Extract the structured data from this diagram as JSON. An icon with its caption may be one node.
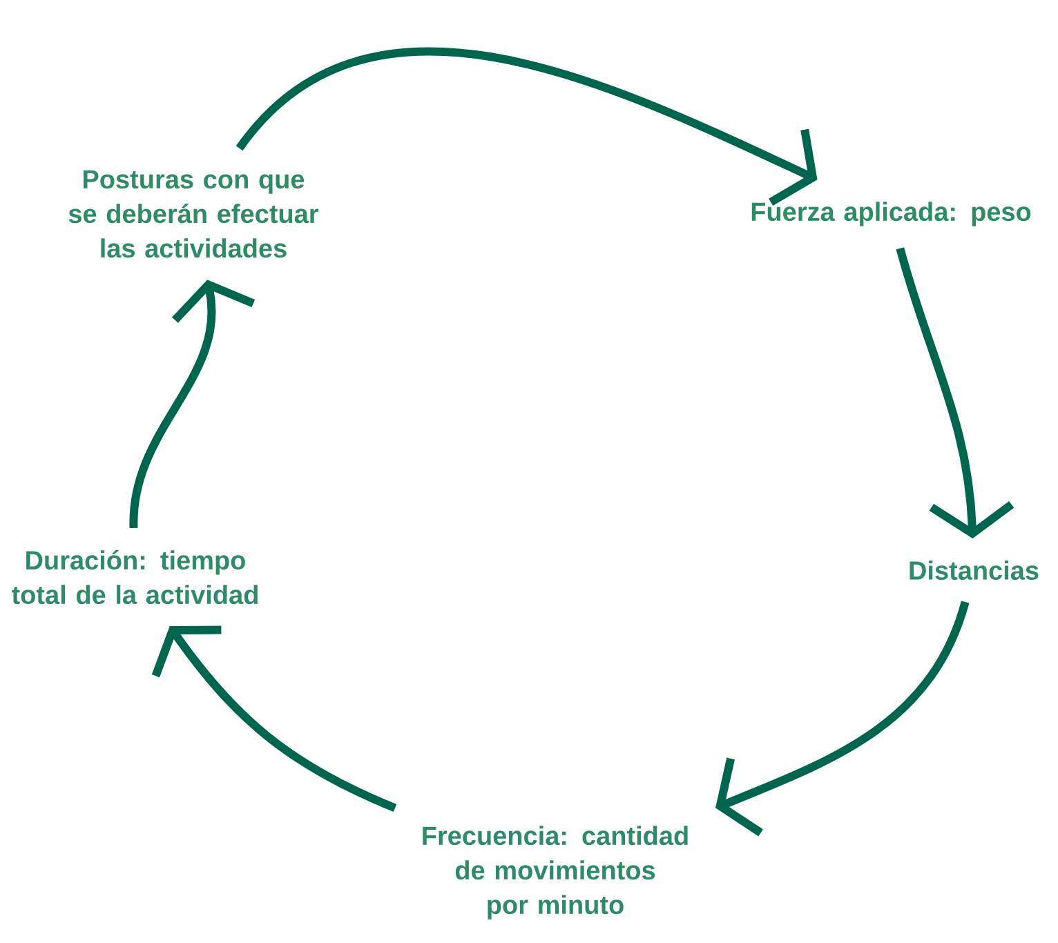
{
  "diagram": {
    "nodes": [
      {
        "text": [
          "Posturas con que se deberán efectuar las actividades"
        ]
      },
      {
        "text": [
          "Fuerza aplicada: peso"
        ]
      },
      {
        "text": [
          "Distancias"
        ]
      },
      {
        "text": [
          "Frecuencia: cantidad de movimientos por minuto"
        ]
      },
      {
        "text": [
          "Duración: tiempo total de la actividad"
        ]
      }
    ],
    "edges": [
      {
        "from": 0,
        "to": 1,
        "arrow": "to"
      },
      {
        "from": 1,
        "to": 2,
        "arrow": "to"
      },
      {
        "from": 2,
        "to": 3,
        "arrow": "to"
      },
      {
        "from": 3,
        "to": 4,
        "arrow": "to"
      },
      {
        "from": 4,
        "to": 0,
        "arrow": "to"
      }
    ]
  }
}
